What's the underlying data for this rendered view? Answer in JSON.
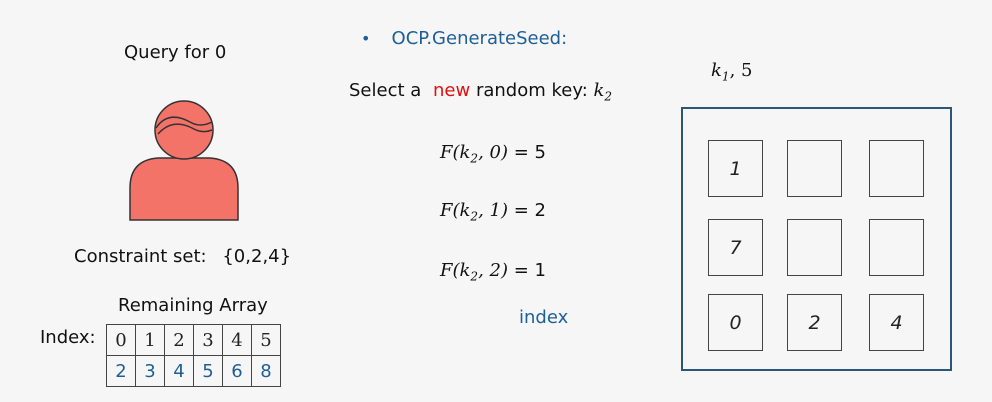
{
  "left": {
    "query_label": "Query for 0",
    "constraint_label": "Constraint set:",
    "constraint_set": "{0,2,4}",
    "remaining_title": "Remaining Array",
    "index_label": "Index:",
    "indices": [
      "0",
      "1",
      "2",
      "3",
      "4",
      "5"
    ],
    "values": [
      "2",
      "3",
      "4",
      "5",
      "6",
      "8"
    ],
    "user_color": "#f47368"
  },
  "middle": {
    "bullet": "•",
    "title": "OCP.GenerateSeed:",
    "select_prefix": "Select a",
    "select_new": "new",
    "select_suffix": "random key:",
    "select_key": "k",
    "select_key_sub": "2",
    "equations": [
      {
        "fn": "F(k",
        "sub": "2",
        "arg": ", 0)",
        "rhs": "= 5"
      },
      {
        "fn": "F(k",
        "sub": "2",
        "arg": ", 1)",
        "rhs": "= 2"
      },
      {
        "fn": "F(k",
        "sub": "2",
        "arg": ", 2)",
        "rhs": "= 1"
      }
    ],
    "index_word": "index"
  },
  "right": {
    "key_label_var": "k",
    "key_label_sub": "1",
    "key_label_rest": ", 5",
    "grid": [
      [
        "1",
        "",
        ""
      ],
      [
        "7",
        "",
        ""
      ],
      [
        "0",
        "2",
        "4"
      ]
    ]
  }
}
